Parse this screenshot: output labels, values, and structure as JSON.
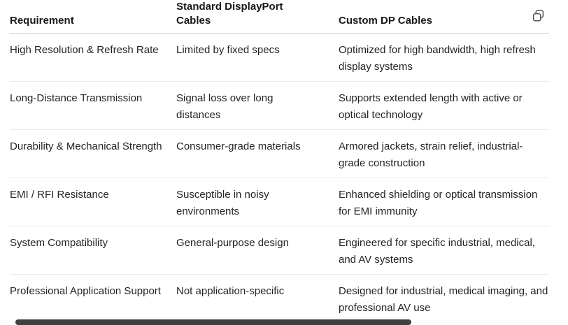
{
  "colors": {
    "background": "#ffffff",
    "header_text": "#171717",
    "body_text": "#242424",
    "header_divider": "#cfcfcf",
    "row_divider": "#e9e9e9",
    "icon_stroke": "#545454",
    "scrollbar_thumb": "#404040"
  },
  "icons": {
    "copy": "copy-icon (two overlapping rounded squares)"
  },
  "table": {
    "columns": [
      "Requirement",
      "Standard DisplayPort Cables",
      "Custom DP Cables"
    ],
    "rows": [
      {
        "requirement": "High Resolution & Refresh Rate",
        "standard": "Limited by fixed specs",
        "custom": "Optimized for high bandwidth, high refresh display systems"
      },
      {
        "requirement": "Long-Distance Transmission",
        "standard": "Signal loss over long distances",
        "custom": "Supports extended length with active or optical technology"
      },
      {
        "requirement": "Durability & Mechanical Strength",
        "standard": "Consumer-grade materials",
        "custom": "Armored jackets, strain relief, industrial-grade construction"
      },
      {
        "requirement": "EMI / RFI Resistance",
        "standard": "Susceptible in noisy environments",
        "custom": "Enhanced shielding or optical transmission for EMI immunity"
      },
      {
        "requirement": "System Compatibility",
        "standard": "General-purpose design",
        "custom": "Engineered for specific industrial, medical, and AV systems"
      },
      {
        "requirement": "Professional Application Support",
        "standard": "Not application-specific",
        "custom": "Designed for industrial, medical imaging, and professional AV use"
      }
    ]
  }
}
